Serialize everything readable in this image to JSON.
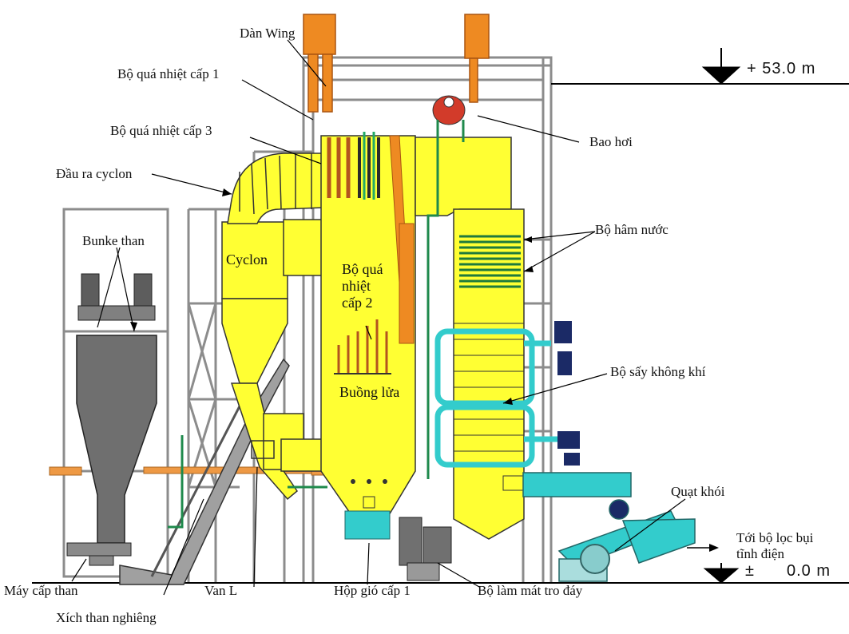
{
  "labels": {
    "dan_wing": "Dàn Wing",
    "sh1": "Bộ quá nhiệt cấp 1",
    "sh3": "Bộ quá nhiệt cấp 3",
    "cyclone_outlet": "Đầu ra cyclon",
    "coal_bunker": "Bunke than",
    "cyclone": "Cyclon",
    "sh2_line1": "Bộ quá",
    "sh2_line2": "nhiệt",
    "sh2_line3": "cấp 2",
    "furnace": "Buồng lửa",
    "steam_drum": "Bao hơi",
    "economizer": "Bộ hâm nước",
    "air_heater": "Bộ sấy không khí",
    "id_fan": "Quạt khói",
    "to_esp_line1": "Tới bộ lọc bụi",
    "to_esp_line2": "tĩnh điện",
    "coal_feeder": "Máy cấp than",
    "inclined_chain": "Xích than nghiêng",
    "l_valve": "Van L",
    "primary_windbox": "Hộp gió cấp 1",
    "bottom_ash_cooler": "Bộ làm mát tro đáy"
  },
  "elevations": {
    "top": "+ 53.0 m",
    "zero_sign": "±",
    "zero_value": "0.0 m"
  },
  "colors": {
    "boiler_yellow": "#ffff33",
    "bunker_gray": "#707070",
    "steel": "#8c8c8c",
    "cyan": "#33cccc",
    "orange": "#ee8a22",
    "green": "#1f8a4c",
    "red_drum": "#d23b2a",
    "navy": "#1b2a66"
  }
}
